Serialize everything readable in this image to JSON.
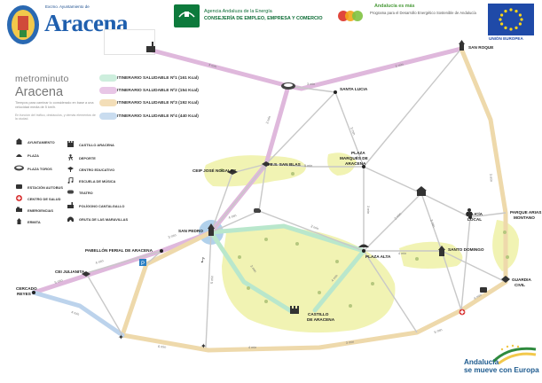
{
  "header": {
    "town_small": "Excmo. Ayuntamiento de",
    "town_big": "Aracena",
    "junta_line1": "Agencia Andaluza de la Energía",
    "junta_line2": "CONSEJERÍA DE EMPLEO, EMPRESA Y COMERCIO",
    "mas_title": "Andalucía es más",
    "mas_sub": "Programa para el Desarrollo Energético Sostenible de Andalucía",
    "eu_label": "UNIÓN EUROPEA",
    "footer_line1": "Andalucía",
    "footer_line2": "se mueve con Europa"
  },
  "legend": {
    "title_a": "metrominuto",
    "title_b": "Aracena",
    "note": "Tiempos para caminar lo considerado en base a una velocidad media de 5 km/h.",
    "note2": "En función del tráfico, obstáculos, y demás elementos de la ciudad.",
    "itineraries": [
      {
        "label": "ITINERARIO SALUDABLE Nº1 (161 Kcal)",
        "color": "#cdeedd"
      },
      {
        "label": "ITINERARIO SALUDABLE Nº2 (154 Kcal)",
        "color": "#e8c6e6"
      },
      {
        "label": "ITINERARIO SALUDABLE Nº3 (192 Kcal)",
        "color": "#f3deb8"
      },
      {
        "label": "ITINERARIO SALUDABLE Nº4 (440 Kcal)",
        "color": "#c9dcef"
      }
    ],
    "pois_left": [
      {
        "label": "AYUNTAMIENTO",
        "icon": "town-hall-icon"
      },
      {
        "label": "PLAZA",
        "icon": "plaza-icon"
      },
      {
        "label": "PLAZA TOROS",
        "icon": "bullring-icon"
      },
      {
        "label": "ESTACIÓN AUTOBUS",
        "icon": "bus-icon"
      },
      {
        "label": "CENTRO DE SALUD",
        "icon": "health-icon"
      },
      {
        "label": "EMERGENCIAS",
        "icon": "ambulance-icon"
      },
      {
        "label": "ERMITA",
        "icon": "chapel-icon"
      }
    ],
    "pois_right": [
      {
        "label": "CASTILLO ARACENA",
        "icon": "castle-icon"
      },
      {
        "label": "DEPORTE",
        "icon": "sport-icon"
      },
      {
        "label": "CENTRO EDUCATIVO",
        "icon": "school-icon"
      },
      {
        "label": "ESCUELA DE MÚSICA",
        "icon": "music-icon"
      },
      {
        "label": "TEATRO",
        "icon": "theatre-icon"
      },
      {
        "label": "POLÍGONO CANTALGALLO",
        "icon": "factory-icon"
      },
      {
        "label": "GRUTA DE LAS MARAVILLAS",
        "icon": "cave-icon"
      }
    ]
  },
  "places": {
    "san_roque": "SAN ROQUE",
    "santa_lucia": "SANTA LUCIA",
    "ceip": "CEIP JOSÉ NOGALES",
    "ies": "I.E.S. SAN BLAS",
    "marques_1": "PLAZA",
    "marques_2": "MARQUÉS DE",
    "marques_3": "ARACENA",
    "san_pedro": "SAN PEDRO",
    "plaza_alta": "PLAZA ALTA",
    "santo_domingo": "SANTO DOMINGO",
    "policia_1": "POLICÍA",
    "policia_2": "LOCAL",
    "parque_1": "PARQUE ARIAS",
    "parque_2": "MONTANO",
    "guardia_1": "GUARDIA",
    "guardia_2": "CIVIL",
    "pabellon": "PABELLÓN FERIAL DE ARACENA",
    "ceijulianita": "CEI JULIANITA",
    "cercado_1": "CERCADO",
    "cercado_2": "REYES",
    "castillo_1": "CASTILLO",
    "castillo_2": "DE ARACENA"
  },
  "edge_labels": {
    "e1": "4 min",
    "e2": "3 min",
    "e3": "2 min",
    "e4": "3 min",
    "e5": "3 min",
    "e6": "5 min",
    "e7": "4 min",
    "e8": "3 min",
    "e9": "3 min",
    "e10": "2 min",
    "e11": "3 min",
    "e12": "4 min",
    "e13": "3 min",
    "e14": "4 min",
    "e15": "6 min",
    "e16": "3 min",
    "e17": "4 min",
    "e18": "5 min",
    "e19": "4 min",
    "e20": "6 min",
    "e21": "4 min",
    "e22": "3 min",
    "e23": "3 min",
    "e24": "4 min",
    "e25": "5 min"
  },
  "colors": {
    "route1": "#b9e7cc",
    "route2": "#dfb8dc",
    "route3": "#eed9ab",
    "route4": "#bcd3ec",
    "green_zone": "#eef1a6",
    "street": "#cccccc",
    "blue_zone": "#a9cce9"
  }
}
